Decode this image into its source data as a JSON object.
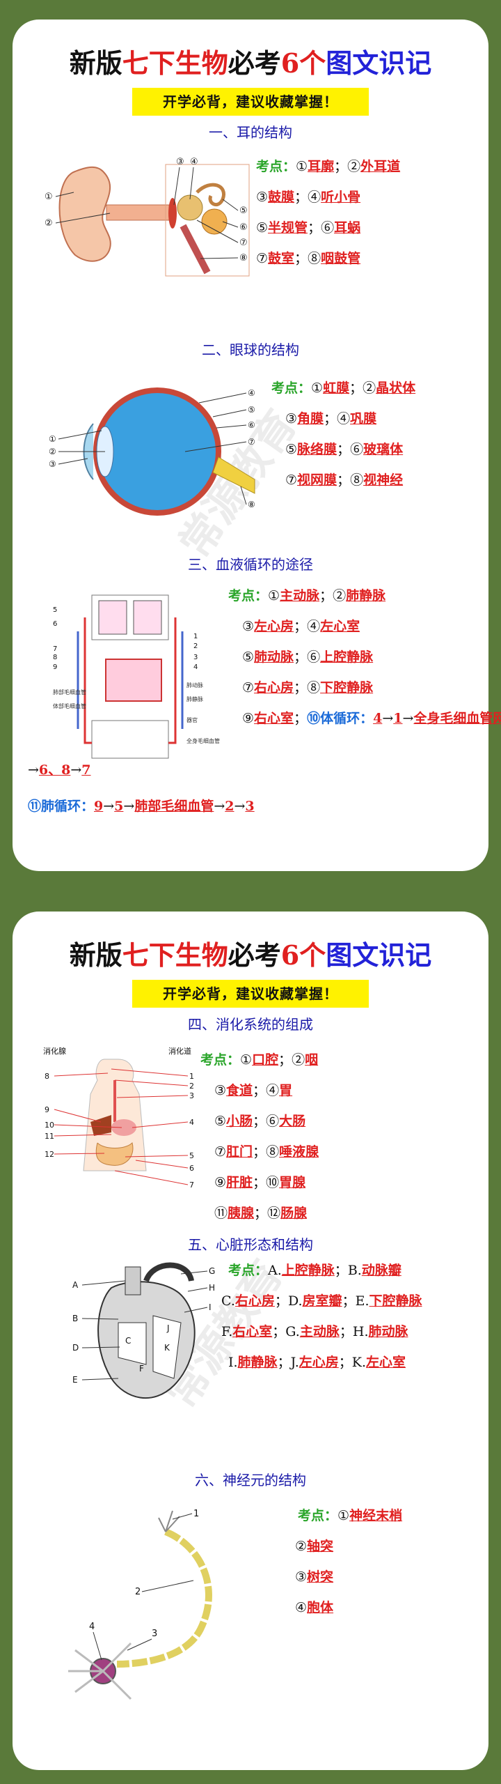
{
  "header": {
    "title_black1": "新版",
    "title_red": "七下生物",
    "title_black2": "必考",
    "title_red2": "6个",
    "title_blue": "图文识记",
    "ribbon": "开学必背，建议收藏掌握！"
  },
  "kaodian": "考点：",
  "watermark": "常源教育",
  "s1": {
    "title": "一、耳的结构",
    "items": [
      {
        "n": "①",
        "t": "耳廓"
      },
      {
        "n": "②",
        "t": "外耳道"
      },
      {
        "n": "③",
        "t": "鼓膜"
      },
      {
        "n": "④",
        "t": "听小骨"
      },
      {
        "n": "⑤",
        "t": "半规管"
      },
      {
        "n": "⑥",
        "t": "耳蜗"
      },
      {
        "n": "⑦",
        "t": "鼓室"
      },
      {
        "n": "⑧",
        "t": "咽鼓管"
      }
    ],
    "fig_labels": [
      "①",
      "②",
      "③",
      "④",
      "⑤",
      "⑥",
      "⑦",
      "⑧"
    ]
  },
  "s2": {
    "title": "二、眼球的结构",
    "items": [
      {
        "n": "①",
        "t": "虹膜"
      },
      {
        "n": "②",
        "t": "晶状体"
      },
      {
        "n": "③",
        "t": "角膜"
      },
      {
        "n": "④",
        "t": "巩膜"
      },
      {
        "n": "⑤",
        "t": "脉络膜"
      },
      {
        "n": "⑥",
        "t": "玻璃体"
      },
      {
        "n": "⑦",
        "t": "视网膜"
      },
      {
        "n": "⑧",
        "t": "视神经"
      }
    ],
    "fig_labels": [
      "①",
      "②",
      "③",
      "④",
      "⑤",
      "⑥",
      "⑦",
      "⑧"
    ]
  },
  "s3": {
    "title": "三、血液循环的途径",
    "items": [
      {
        "n": "①",
        "t": "主动脉"
      },
      {
        "n": "②",
        "t": "肺静脉"
      },
      {
        "n": "③",
        "t": "左心房"
      },
      {
        "n": "④",
        "t": "左心室"
      },
      {
        "n": "⑤",
        "t": "肺动脉"
      },
      {
        "n": "⑥",
        "t": "上腔静脉"
      },
      {
        "n": "⑦",
        "t": "右心房"
      },
      {
        "n": "⑧",
        "t": "下腔静脉"
      },
      {
        "n": "⑨",
        "t": "右心室"
      }
    ],
    "body_loop_label": "⑩体循环：",
    "body_loop": [
      "4",
      "1",
      "全身毛细血管网",
      "6、8",
      "7"
    ],
    "lung_loop_label": "⑪肺循环：",
    "lung_loop": [
      "9",
      "5",
      "肺部毛细血管",
      "2",
      "3"
    ],
    "arrow": "→",
    "semicolon": "；",
    "fig_labels": [
      "5",
      "6",
      "7",
      "8",
      "9",
      "1",
      "2",
      "3",
      "4"
    ],
    "fig_text": [
      "肺部毛细血管",
      "体部毛细血管",
      "肺动脉",
      "肺静脉",
      "器官",
      "全身毛细血管"
    ]
  },
  "s4": {
    "title": "四、消化系统的组成",
    "items": [
      {
        "n": "①",
        "t": "口腔"
      },
      {
        "n": "②",
        "t": "咽"
      },
      {
        "n": "③",
        "t": "食道"
      },
      {
        "n": "④",
        "t": "胃"
      },
      {
        "n": "⑤",
        "t": "小肠"
      },
      {
        "n": "⑥",
        "t": "大肠"
      },
      {
        "n": "⑦",
        "t": "肛门"
      },
      {
        "n": "⑧",
        "t": "唾液腺"
      },
      {
        "n": "⑨",
        "t": "肝脏"
      },
      {
        "n": "⑩",
        "t": "胃腺"
      },
      {
        "n": "⑪",
        "t": "胰腺"
      },
      {
        "n": "⑫",
        "t": "肠腺"
      }
    ],
    "fig_title_l": "消化腺",
    "fig_title_r": "消化道",
    "fig_labels_l": [
      "8",
      "9",
      "10",
      "11",
      "12"
    ],
    "fig_labels_r": [
      "1",
      "2",
      "3",
      "4",
      "5",
      "6",
      "7"
    ]
  },
  "s5": {
    "title": "五、心脏形态和结构",
    "items": [
      {
        "n": "A.",
        "t": "上腔静脉"
      },
      {
        "n": "B.",
        "t": "动脉瓣"
      },
      {
        "n": "C.",
        "t": "右心房"
      },
      {
        "n": "D.",
        "t": "房室瓣"
      },
      {
        "n": "E.",
        "t": "下腔静脉"
      },
      {
        "n": "F.",
        "t": "右心室"
      },
      {
        "n": "G.",
        "t": "主动脉"
      },
      {
        "n": "H.",
        "t": "肺动脉"
      },
      {
        "n": "I.",
        "t": "肺静脉"
      },
      {
        "n": "J.",
        "t": "左心房"
      },
      {
        "n": "K.",
        "t": "左心室"
      }
    ],
    "fig_labels": [
      "A",
      "B",
      "C",
      "D",
      "E",
      "F",
      "G",
      "H",
      "I",
      "J",
      "K"
    ]
  },
  "s6": {
    "title": "六、神经元的结构",
    "items": [
      {
        "n": "①",
        "t": "神经末梢"
      },
      {
        "n": "②",
        "t": "轴突"
      },
      {
        "n": "③",
        "t": "树突"
      },
      {
        "n": "④",
        "t": "胞体"
      }
    ],
    "fig_labels": [
      "1",
      "2",
      "3",
      "4"
    ]
  },
  "colors": {
    "background": "#5a7a3a",
    "answer": "#e02020",
    "kaodian": "#2aa52a",
    "section": "#1a1aa8",
    "ribbon": "#fff200"
  }
}
